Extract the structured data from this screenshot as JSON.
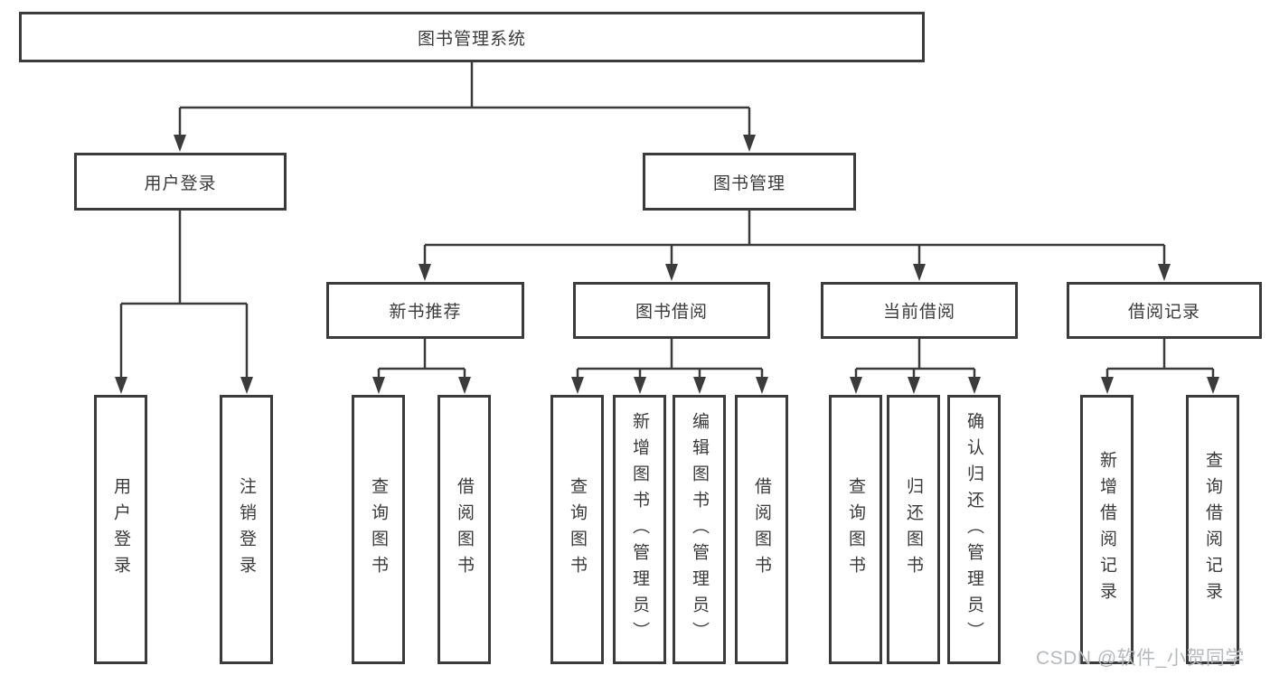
{
  "tree": {
    "root": {
      "label": "图书管理系统"
    },
    "branches": [
      {
        "label": "用户登录",
        "leaves": [
          {
            "label": "用户登录"
          },
          {
            "label": "注销登录"
          }
        ]
      },
      {
        "label": "图书管理",
        "groups": [
          {
            "label": "新书推荐",
            "leaves": [
              {
                "label": "查询图书"
              },
              {
                "label": "借阅图书"
              }
            ]
          },
          {
            "label": "图书借阅",
            "leaves": [
              {
                "label": "查询图书"
              },
              {
                "label": "新增图书（管理员）"
              },
              {
                "label": "编辑图书（管理员）"
              },
              {
                "label": "借阅图书"
              }
            ]
          },
          {
            "label": "当前借阅",
            "leaves": [
              {
                "label": "查询图书"
              },
              {
                "label": "归还图书"
              },
              {
                "label": "确认归还（管理员）"
              }
            ]
          },
          {
            "label": "借阅记录",
            "leaves": [
              {
                "label": "新增借阅记录"
              },
              {
                "label": "查询借阅记录"
              }
            ]
          }
        ]
      }
    ]
  },
  "watermark": "CSDN @软件_小贺同学",
  "colors": {
    "line": "#3b3b3b",
    "text": "#3a3a3a",
    "background": "#ffffff",
    "watermark": "#b6babd"
  }
}
